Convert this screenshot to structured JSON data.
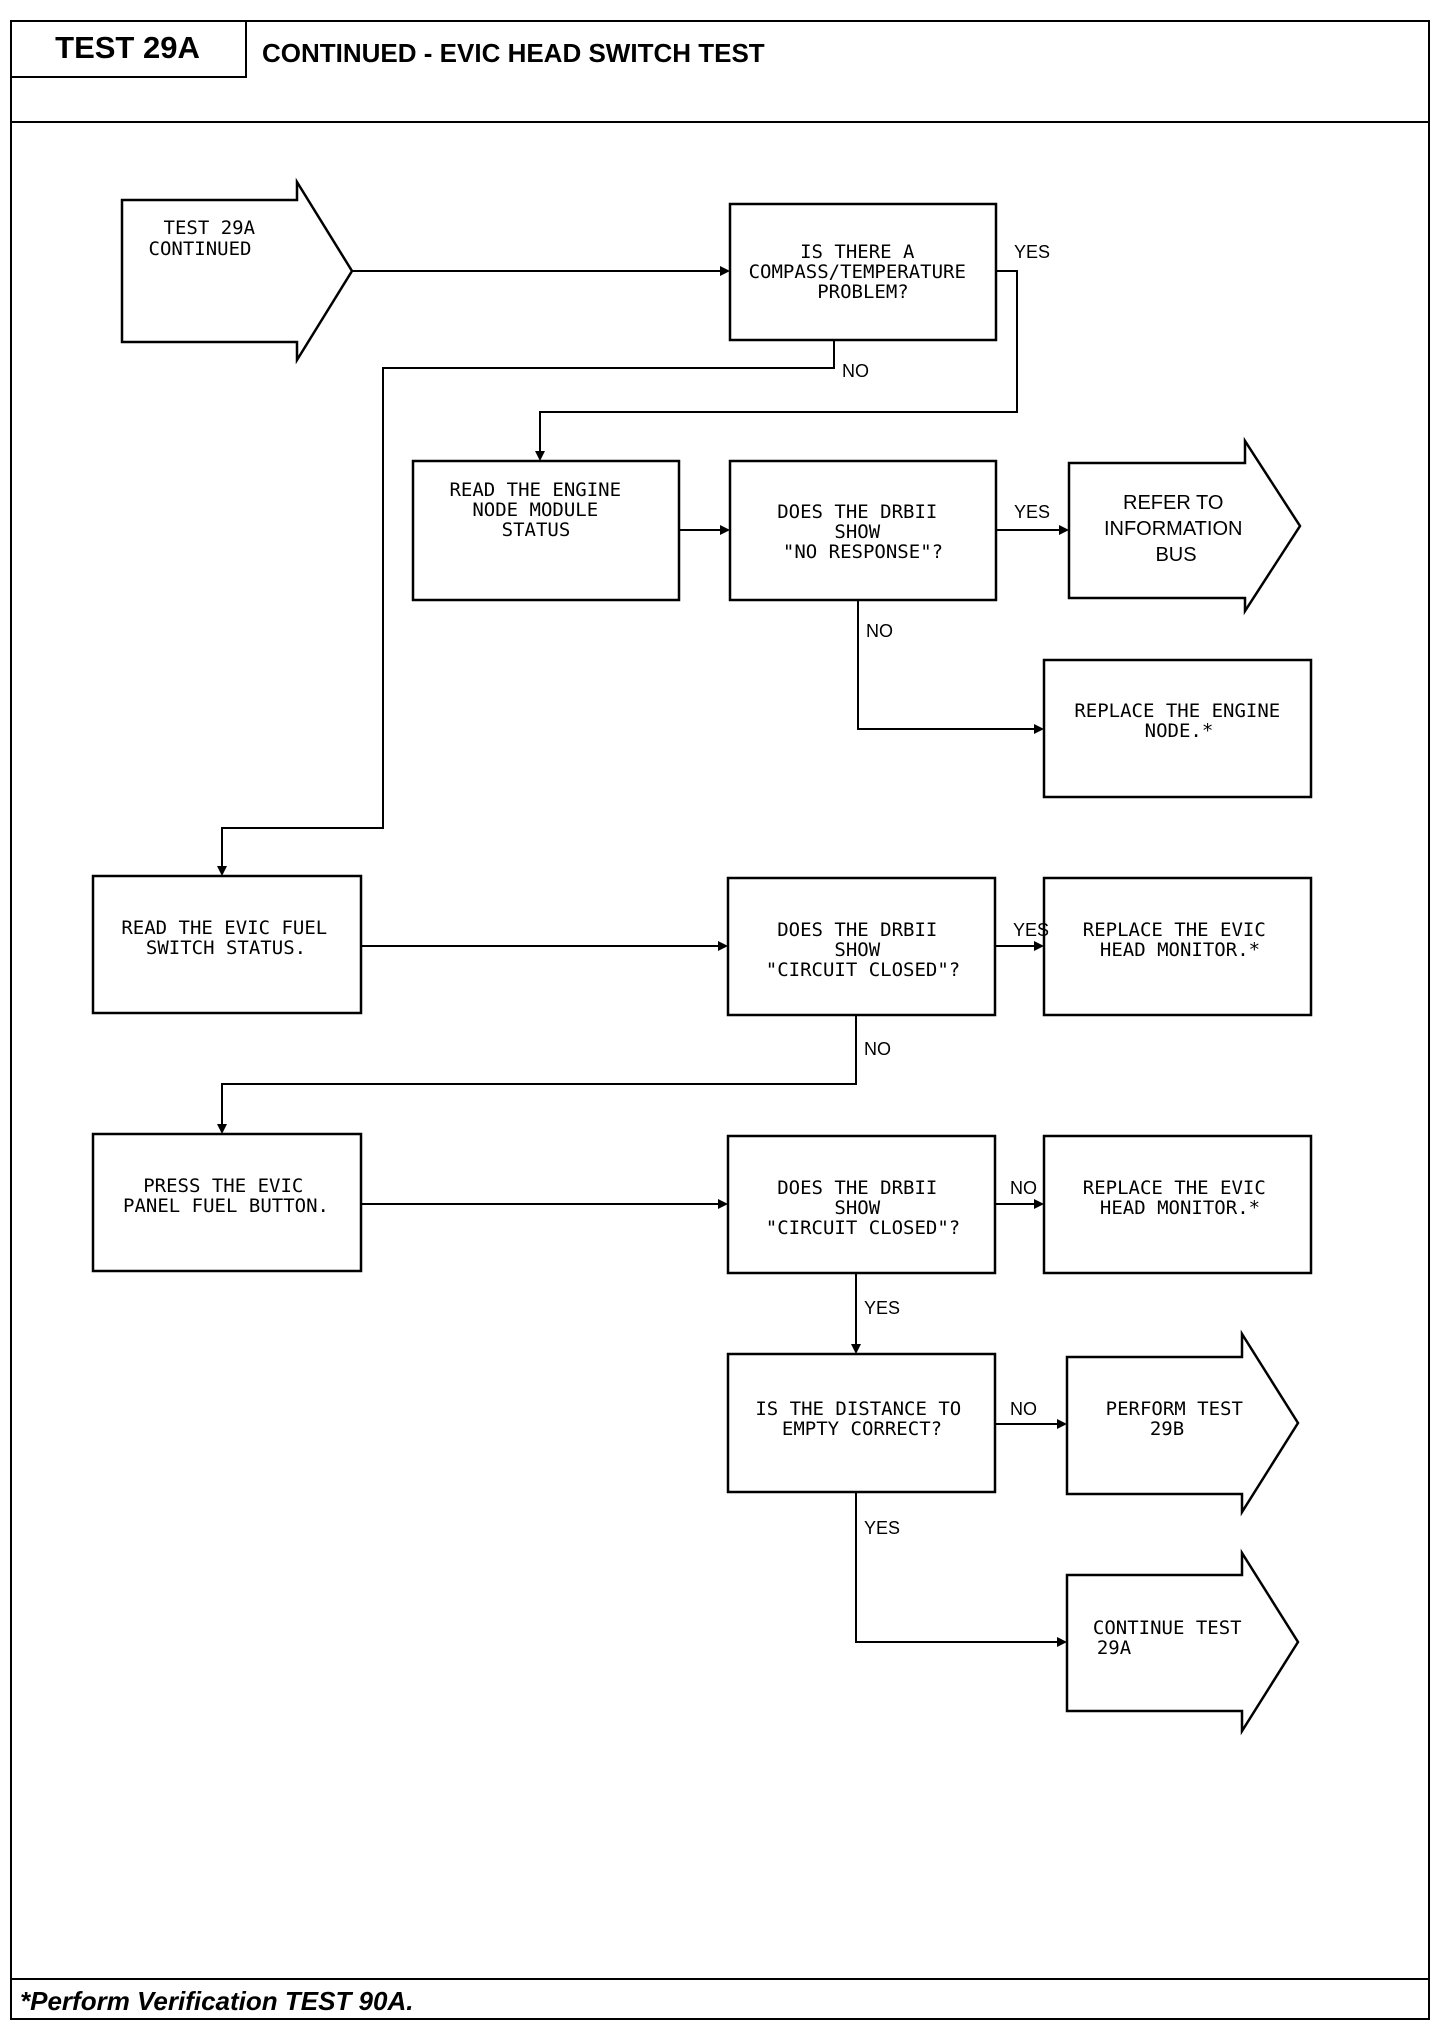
{
  "header": {
    "test_id": "TEST 29A",
    "title": "CONTINUED - EVIC HEAD SWITCH TEST"
  },
  "footer": {
    "note": "*Perform Verification TEST 90A."
  },
  "nodes": {
    "start": [
      "TEST 29A",
      "CONTINUED"
    ],
    "q_compass": [
      "IS THERE A",
      "COMPASS/TEMPERATURE",
      "PROBLEM?"
    ],
    "read_engine_node": [
      "READ THE ENGINE",
      "NODE MODULE",
      "STATUS"
    ],
    "q_no_response": [
      "DOES THE DRBII",
      "SHOW",
      "\"NO RESPONSE\"?"
    ],
    "refer_info_bus": [
      "REFER TO",
      "INFORMATION",
      "BUS"
    ],
    "replace_engine_node": [
      "REPLACE THE ENGINE",
      "NODE.*"
    ],
    "read_fuel_switch": [
      "READ THE EVIC FUEL",
      "SWITCH STATUS."
    ],
    "q_circuit_closed_1": [
      "DOES THE DRBII",
      "SHOW",
      "\"CIRCUIT CLOSED\"?"
    ],
    "replace_head_monitor_1": [
      "REPLACE THE EVIC",
      "HEAD MONITOR.*"
    ],
    "press_fuel_button": [
      "PRESS THE EVIC",
      "PANEL FUEL BUTTON."
    ],
    "q_circuit_closed_2": [
      "DOES THE DRBII",
      "SHOW",
      "\"CIRCUIT CLOSED\"?"
    ],
    "replace_head_monitor_2": [
      "REPLACE THE EVIC",
      "HEAD MONITOR.*"
    ],
    "q_distance": [
      "IS THE DISTANCE TO",
      "EMPTY CORRECT?"
    ],
    "perform_29b": [
      "PERFORM TEST",
      "29B"
    ],
    "continue_29a": [
      "CONTINUE TEST",
      "29A"
    ]
  },
  "labels": {
    "compass_yes": "YES",
    "compass_no": "NO",
    "no_response_yes": "YES",
    "no_response_no": "NO",
    "closed1_yes": "YES",
    "closed1_no": "NO",
    "closed2_no": "NO",
    "closed2_yes": "YES",
    "distance_no": "NO",
    "distance_yes": "YES"
  }
}
